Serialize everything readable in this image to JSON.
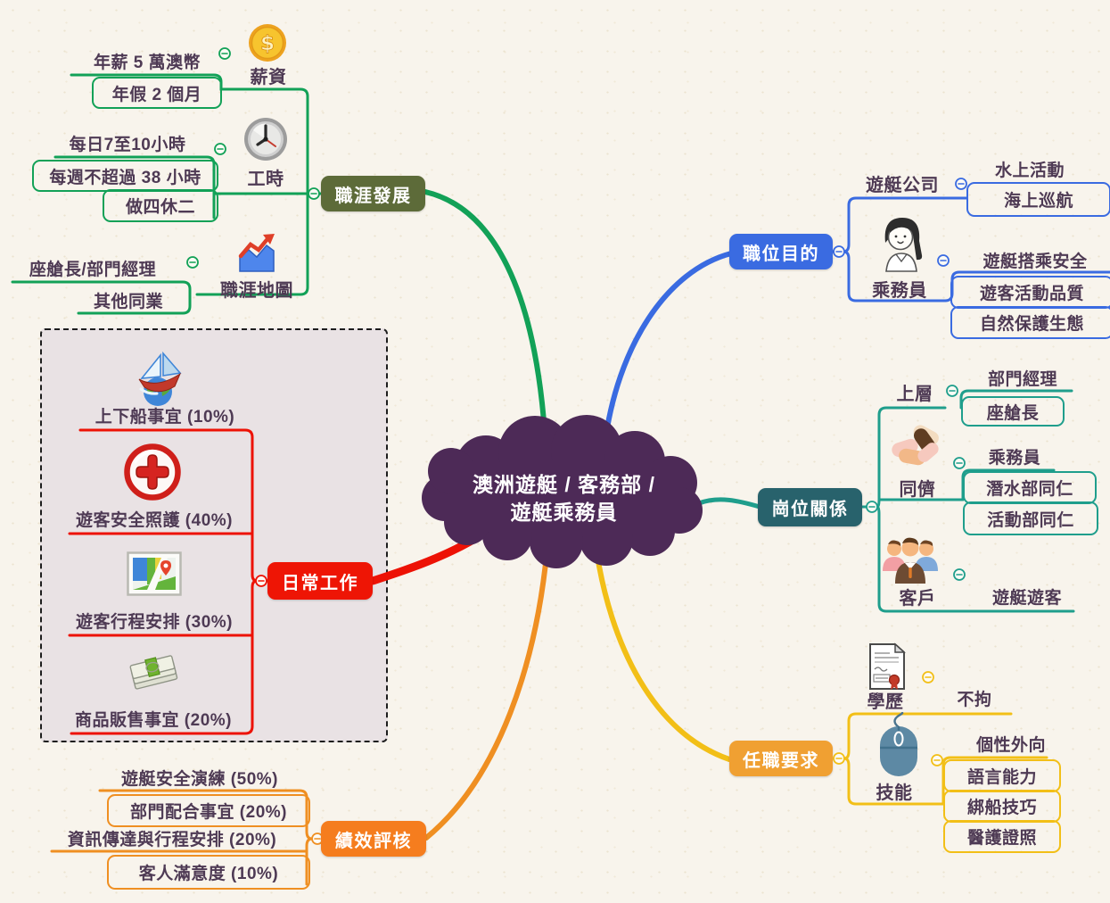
{
  "center": {
    "line1": "澳洲遊艇 / 客務部 /",
    "line2": "遊艇乘務員"
  },
  "colors": {
    "background": "#f8f4ec",
    "center_fill": "#4d2a57",
    "text": "#4e3a54",
    "career": {
      "node": "#5d6b39",
      "line": "#12a157"
    },
    "purpose": {
      "node": "#3a6be1",
      "line": "#3a6be1"
    },
    "relations": {
      "node": "#28626c",
      "line": "#1f9e8c"
    },
    "daily": {
      "node": "#ee1505",
      "line": "#ed1205"
    },
    "requirements": {
      "node": "#f0a032",
      "line": "#f2bf17"
    },
    "performance": {
      "node": "#f57d1e",
      "line": "#ef8f22"
    }
  },
  "branches": {
    "career": {
      "label": "職涯發展",
      "children": {
        "salary": {
          "label": "薪資",
          "icon": "coin-icon",
          "items": [
            "年薪 5 萬澳幣",
            "年假 2 個月"
          ]
        },
        "hours": {
          "label": "工時",
          "icon": "clock-icon",
          "items": [
            "每日7至10小時",
            "每週不超過 38 小時",
            "做四休二"
          ]
        },
        "careermap": {
          "label": "職涯地圖",
          "icon": "chart-icon",
          "items": [
            "座艙長/部門經理",
            "其他同業"
          ]
        }
      }
    },
    "purpose": {
      "label": "職位目的",
      "children": {
        "company": {
          "label": "遊艇公司",
          "items": [
            "水上活動",
            "海上巡航"
          ]
        },
        "crew": {
          "label": "乘務員",
          "icon": "woman-avatar-icon",
          "items": [
            "遊艇搭乘安全",
            "遊客活動品質",
            "自然保護生態"
          ]
        }
      }
    },
    "relations": {
      "label": "崗位關係",
      "children": {
        "upper": {
          "label": "上層",
          "items": [
            "部門經理",
            "座艙長"
          ]
        },
        "peers": {
          "label": "同儕",
          "icon": "hands-icon",
          "items": [
            "乘務員",
            "潛水部同仁",
            "活動部同仁"
          ]
        },
        "customers": {
          "label": "客戶",
          "icon": "people-icon",
          "items": [
            "遊艇遊客"
          ]
        }
      }
    },
    "daily": {
      "label": "日常工作",
      "items": [
        "上下船事宜 (10%)",
        "遊客安全照護 (40%)",
        "遊客行程安排 (30%)",
        "商品販售事宜 (20%)"
      ],
      "item_icons": [
        "boat-icon",
        "redcross-icon",
        "map-icon",
        "money-icon"
      ]
    },
    "requirements": {
      "label": "任職要求",
      "children": {
        "education": {
          "label": "學歷",
          "icon": "certificate-icon",
          "items": [
            "不拘"
          ]
        },
        "skills": {
          "label": "技能",
          "icon": "mouse-icon",
          "items": [
            "個性外向",
            "語言能力",
            "綁船技巧",
            "醫護證照"
          ]
        }
      }
    },
    "performance": {
      "label": "績效評核",
      "items": [
        "遊艇安全演練 (50%)",
        "部門配合事宜 (20%)",
        "資訊傳達與行程安排 (20%)",
        "客人滿意度 (10%)"
      ]
    }
  }
}
